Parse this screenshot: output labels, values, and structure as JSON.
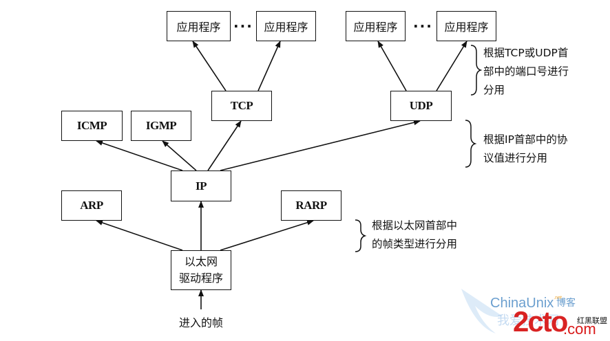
{
  "diagram": {
    "title": "",
    "nodes": {
      "app1": "应用程序",
      "app2": "应用程序",
      "app3": "应用程序",
      "app4": "应用程序",
      "tcp": "TCP",
      "udp": "UDP",
      "icmp": "ICMP",
      "igmp": "IGMP",
      "ip": "IP",
      "arp": "ARP",
      "rarp": "RARP",
      "ether_line1": "以太网",
      "ether_line2": "驱动程序"
    },
    "ellipsis": "···",
    "input_label": "进入的帧",
    "notes": {
      "transport": [
        "根据TCP或UDP首",
        "部中的端口号进行",
        "分用"
      ],
      "ip": [
        "根据IP首部中的协",
        "议值进行分用"
      ],
      "ethernet": [
        "根据以太网首部中",
        "的帧类型进行分用"
      ]
    },
    "edges": [
      {
        "from": "tcp",
        "to": "app1"
      },
      {
        "from": "tcp",
        "to": "app2"
      },
      {
        "from": "udp",
        "to": "app3"
      },
      {
        "from": "udp",
        "to": "app4"
      },
      {
        "from": "ip",
        "to": "icmp"
      },
      {
        "from": "ip",
        "to": "igmp"
      },
      {
        "from": "ip",
        "to": "tcp"
      },
      {
        "from": "ip",
        "to": "udp"
      },
      {
        "from": "ether",
        "to": "arp"
      },
      {
        "from": "ether",
        "to": "ip"
      },
      {
        "from": "ether",
        "to": "rarp"
      },
      {
        "from": "input",
        "to": "ether"
      }
    ]
  },
  "watermark": {
    "chinaunix": "ChinaUnix",
    "chinaunix_suffix": ".net",
    "blog": "博客",
    "site_2cto": "2cto",
    "site_com": ".com",
    "hongheilianmeng": "红黑联盟",
    "faint_text": "我爱技术网"
  }
}
